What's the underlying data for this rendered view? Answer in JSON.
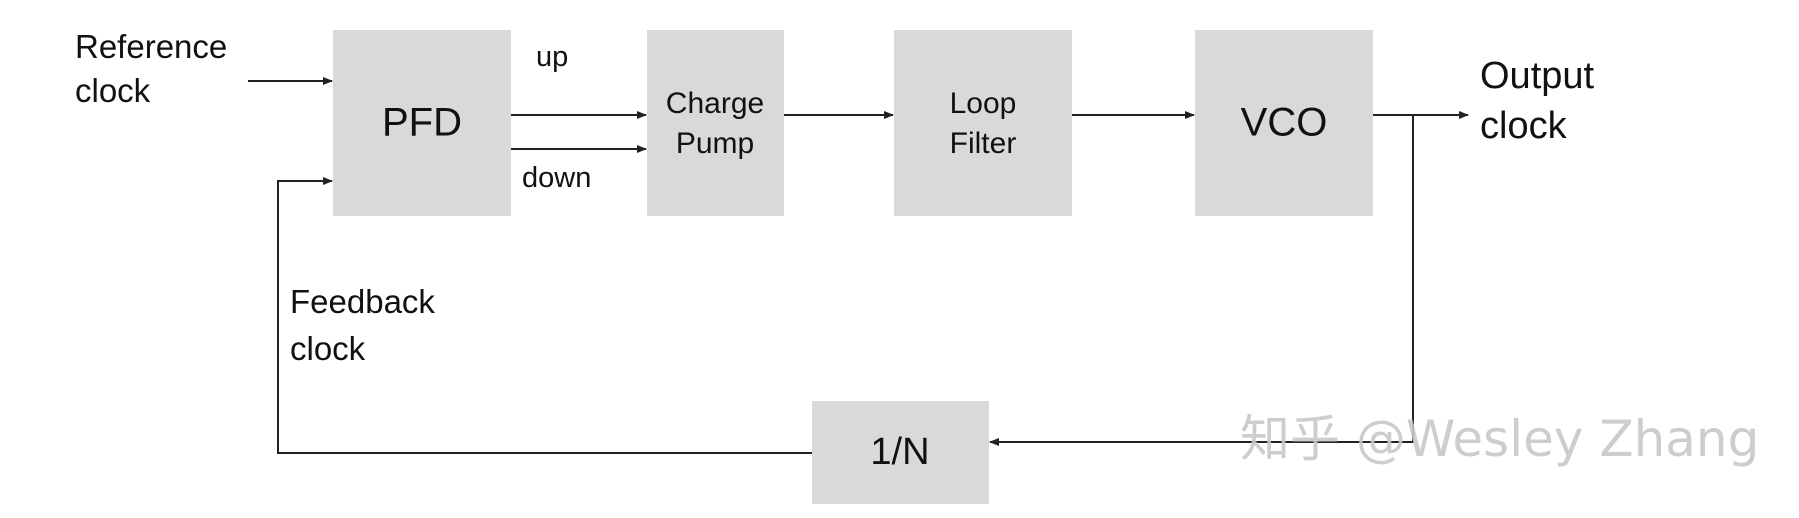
{
  "blocks": {
    "pfd": "PFD",
    "charge_pump": [
      "Charge",
      "Pump"
    ],
    "loop_filter": [
      "Loop",
      "Filter"
    ],
    "vco": "VCO",
    "divider": "1/N"
  },
  "labels": {
    "reference_clock": [
      "Reference",
      "clock"
    ],
    "output_clock": [
      "Output",
      "clock"
    ],
    "feedback_clock": [
      "Feedback",
      "clock"
    ],
    "up": "up",
    "down": "down"
  },
  "watermark": "知乎 @Wesley Zhang",
  "colors": {
    "block_fill": "#d9d9d9",
    "line": "#222222",
    "text": "#111111",
    "watermark": "#c8c8c8"
  }
}
